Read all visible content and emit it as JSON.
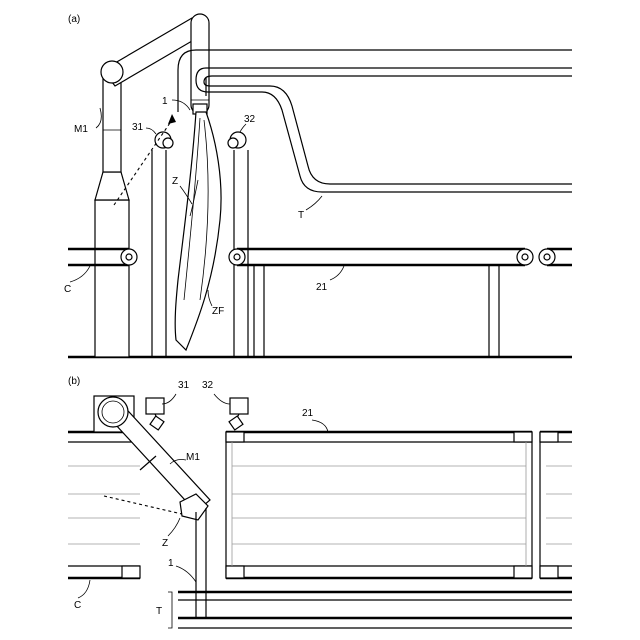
{
  "panel_a": {
    "title": "(a)",
    "labels": {
      "m1": "M1",
      "one": "1",
      "s31": "31",
      "s32": "32",
      "z": "Z",
      "zf": "ZF",
      "t": "T",
      "c": "C",
      "conv21": "21"
    }
  },
  "panel_b": {
    "title": "(b)",
    "labels": {
      "s31": "31",
      "s32": "32",
      "conv21": "21",
      "m1": "M1",
      "z": "Z",
      "one": "1",
      "c": "C",
      "t": "T"
    }
  }
}
